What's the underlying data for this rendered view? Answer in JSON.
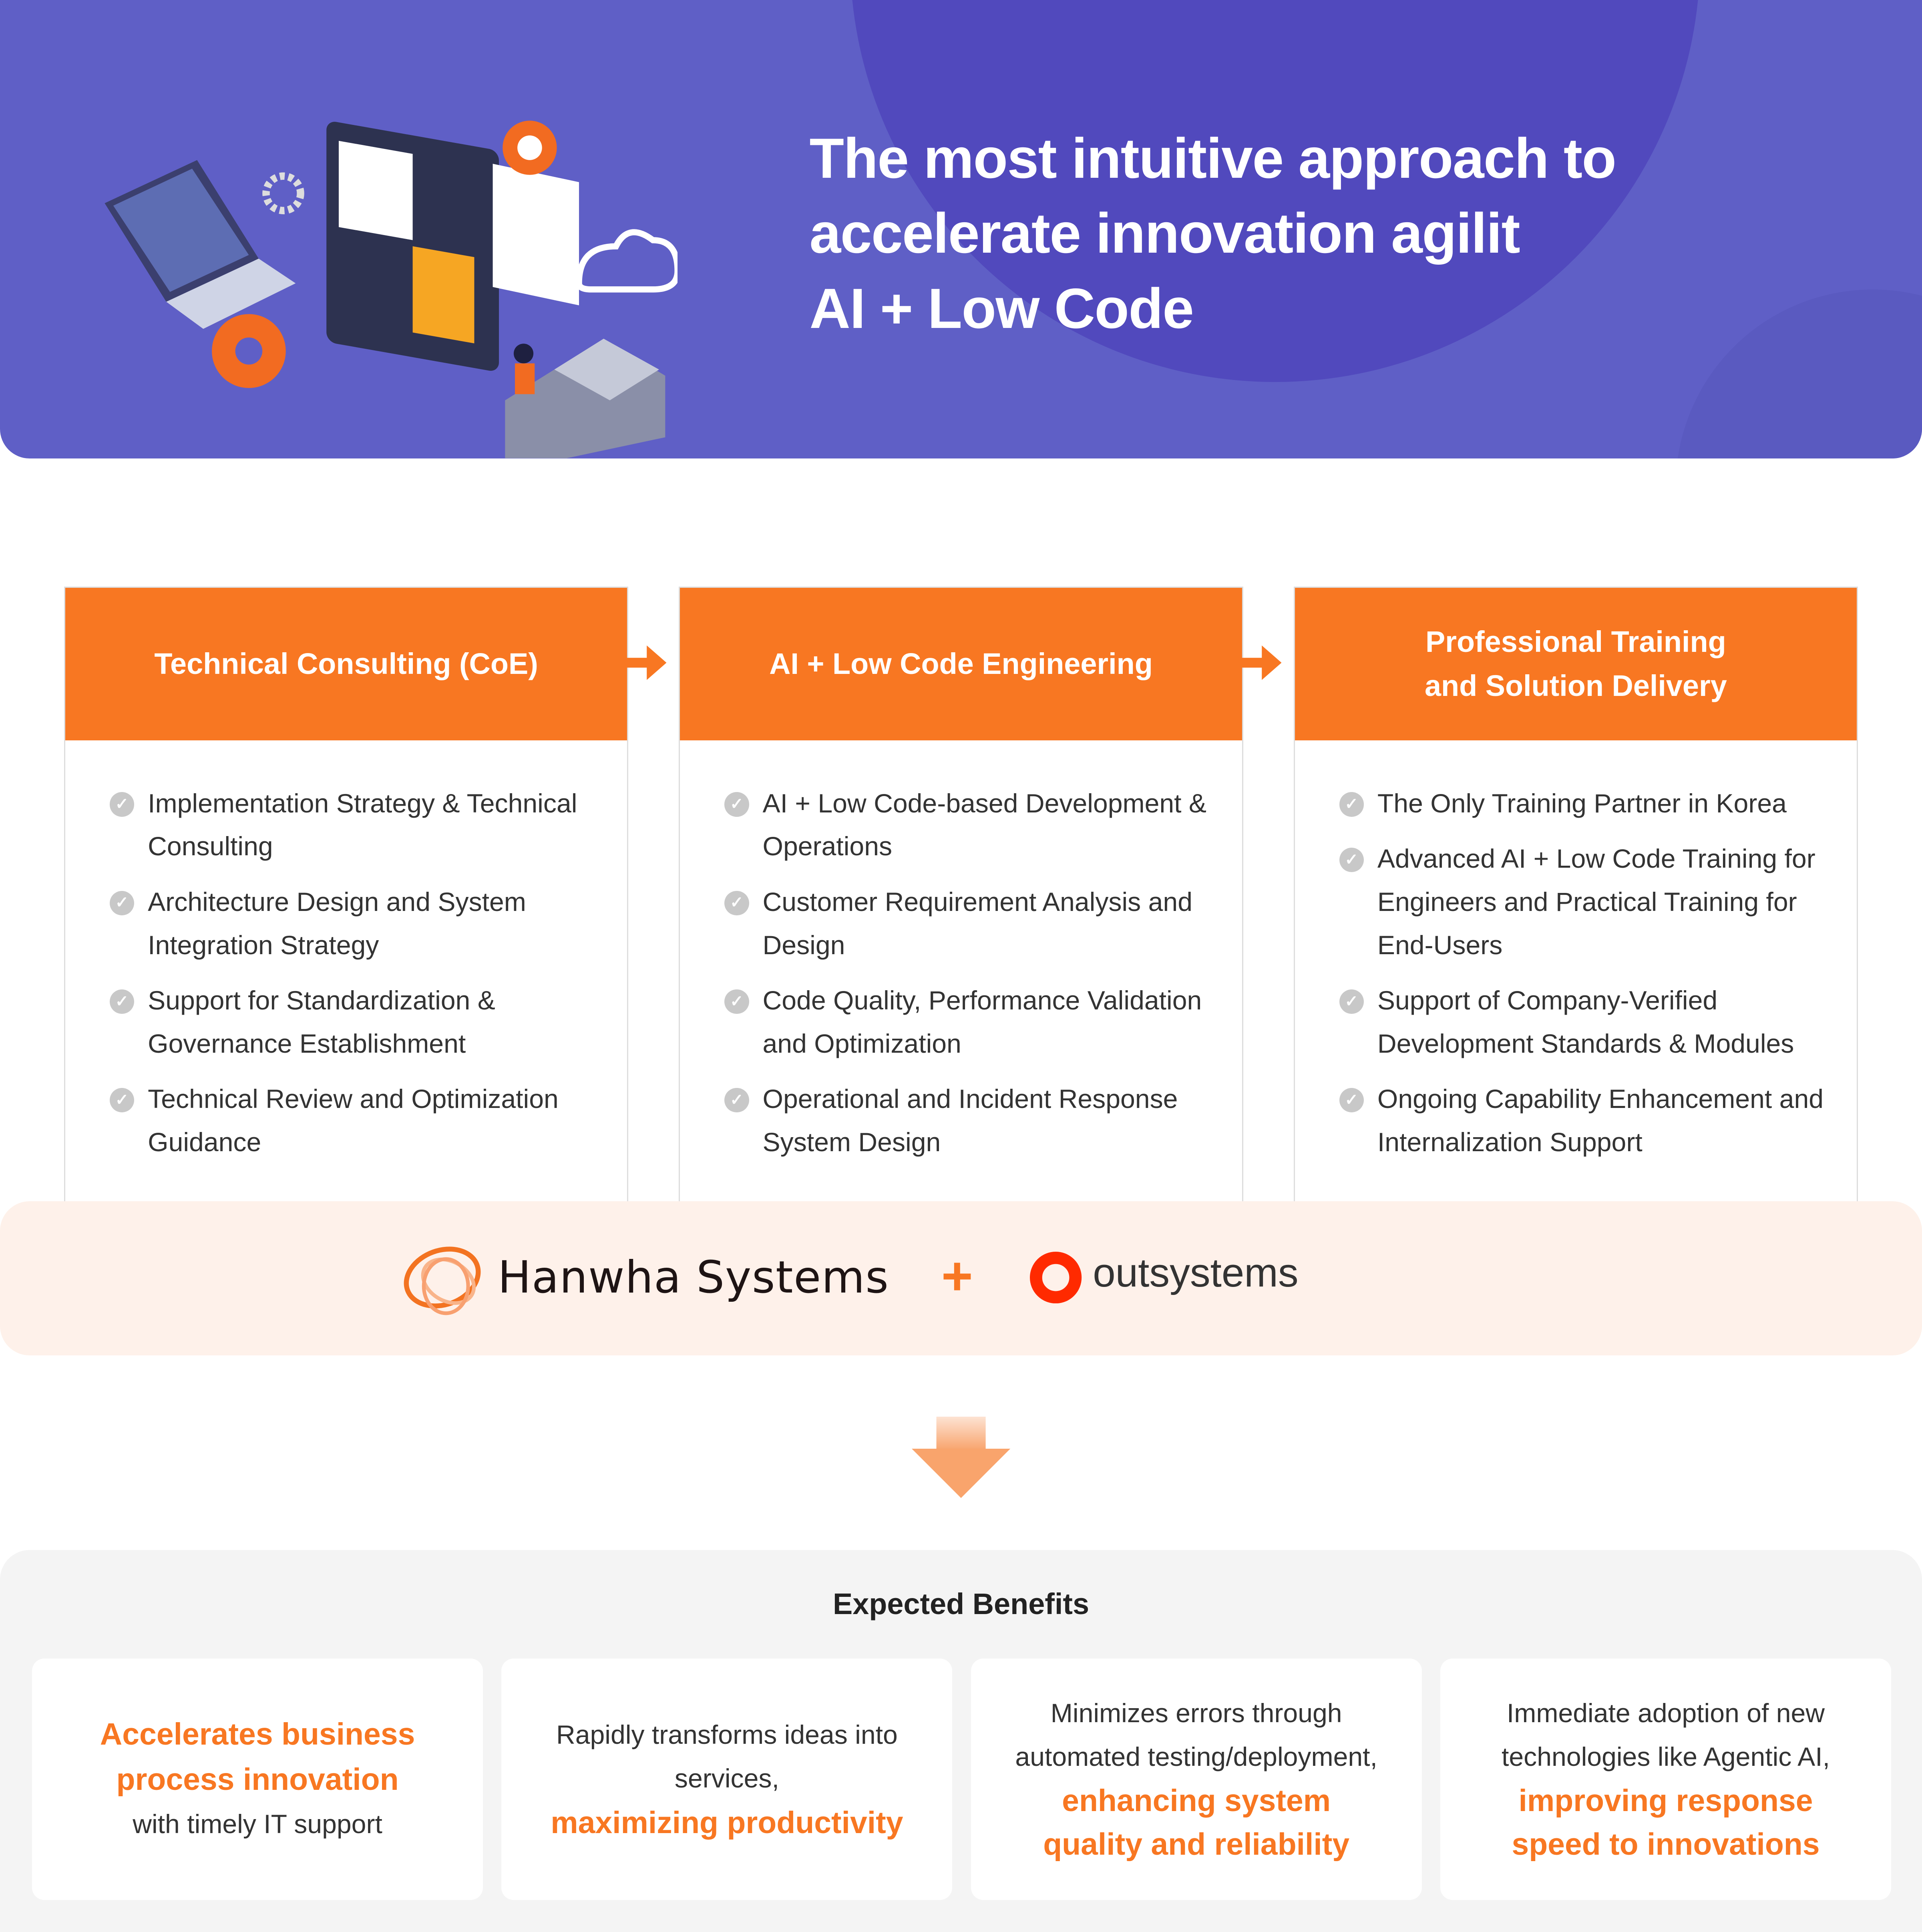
{
  "hero": {
    "title_lines": [
      "The most intuitive approach to",
      "accelerate innovation agilit",
      "AI + Low Code"
    ]
  },
  "cards": [
    {
      "title": "Technical Consulting (CoE)",
      "items": [
        "Implementation Strategy & Technical Consulting",
        "Architecture Design and System Integration Strategy",
        "Support for Standardization & Governance Establishment",
        "Technical Review and Optimization Guidance"
      ]
    },
    {
      "title": "AI + Low Code Engineering",
      "items": [
        "AI + Low Code-based Development & Operations",
        "Customer Requirement Analysis and Design",
        "Code Quality, Performance Validation and Optimization",
        "Operational and Incident Response System Design"
      ]
    },
    {
      "title": "Professional Training and Solution Delivery",
      "items": [
        "The Only Training Partner in Korea",
        "Advanced AI + Low Code Training for Engineers and Practical Training for End-Users",
        "Support of Company-Verified Development Standards & Modules",
        "Ongoing Capability Enhancement and Internalization Support"
      ]
    }
  ],
  "partners": {
    "left": "Hanwha Systems",
    "plus": "+",
    "right": "outsystems"
  },
  "benefits": {
    "title": "Expected Benefits",
    "items": [
      {
        "pre": "",
        "highlight": "Accelerates business process innovation",
        "post": "with timely IT support"
      },
      {
        "pre": "Rapidly transforms ideas into services,",
        "highlight": "maximizing productivity",
        "post": ""
      },
      {
        "pre": "Minimizes errors through automated testing/deployment,",
        "highlight": "enhancing system quality and reliability",
        "post": ""
      },
      {
        "pre": "Immediate adoption of new technologies like Agentic AI,",
        "highlight": "improving response speed to innovations",
        "post": ""
      }
    ]
  },
  "colors": {
    "brand_purple": "#5f5fc6",
    "accent_orange": "#f87722",
    "outsystems_red": "#ff2a00"
  }
}
